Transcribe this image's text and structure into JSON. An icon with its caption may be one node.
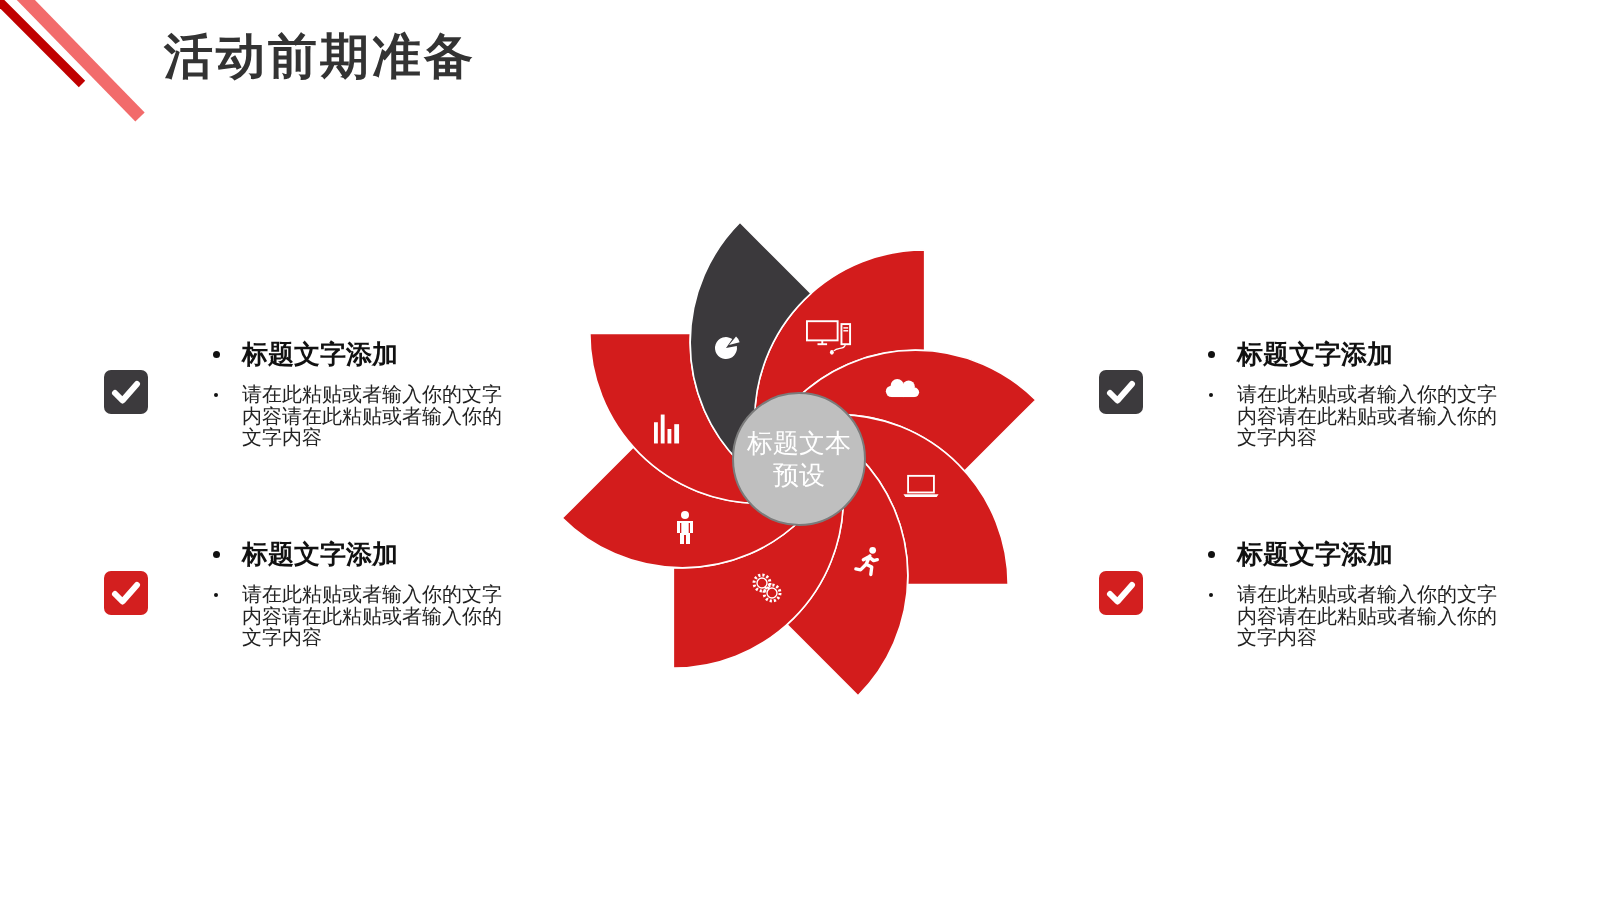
{
  "diagram": {
    "title": "活动前期准备",
    "nodes": [
      {
        "text": [
          "标题文本预设"
        ]
      }
    ],
    "labels": [
      "标题文字添加",
      "请在此粘贴或者输入你的文字内容请在此粘贴或者输入你的文字内容",
      "标题文字添加",
      "请在此粘贴或者输入你的文字内容请在此粘贴或者输入你的文字内容",
      "标题文字添加",
      "请在此粘贴或者输入你的文字内容请在此粘贴或者输入你的文字内容",
      "标题文字添加",
      "请在此粘贴或者输入你的文字内容请在此粘贴或者输入你的文字内容"
    ]
  }
}
